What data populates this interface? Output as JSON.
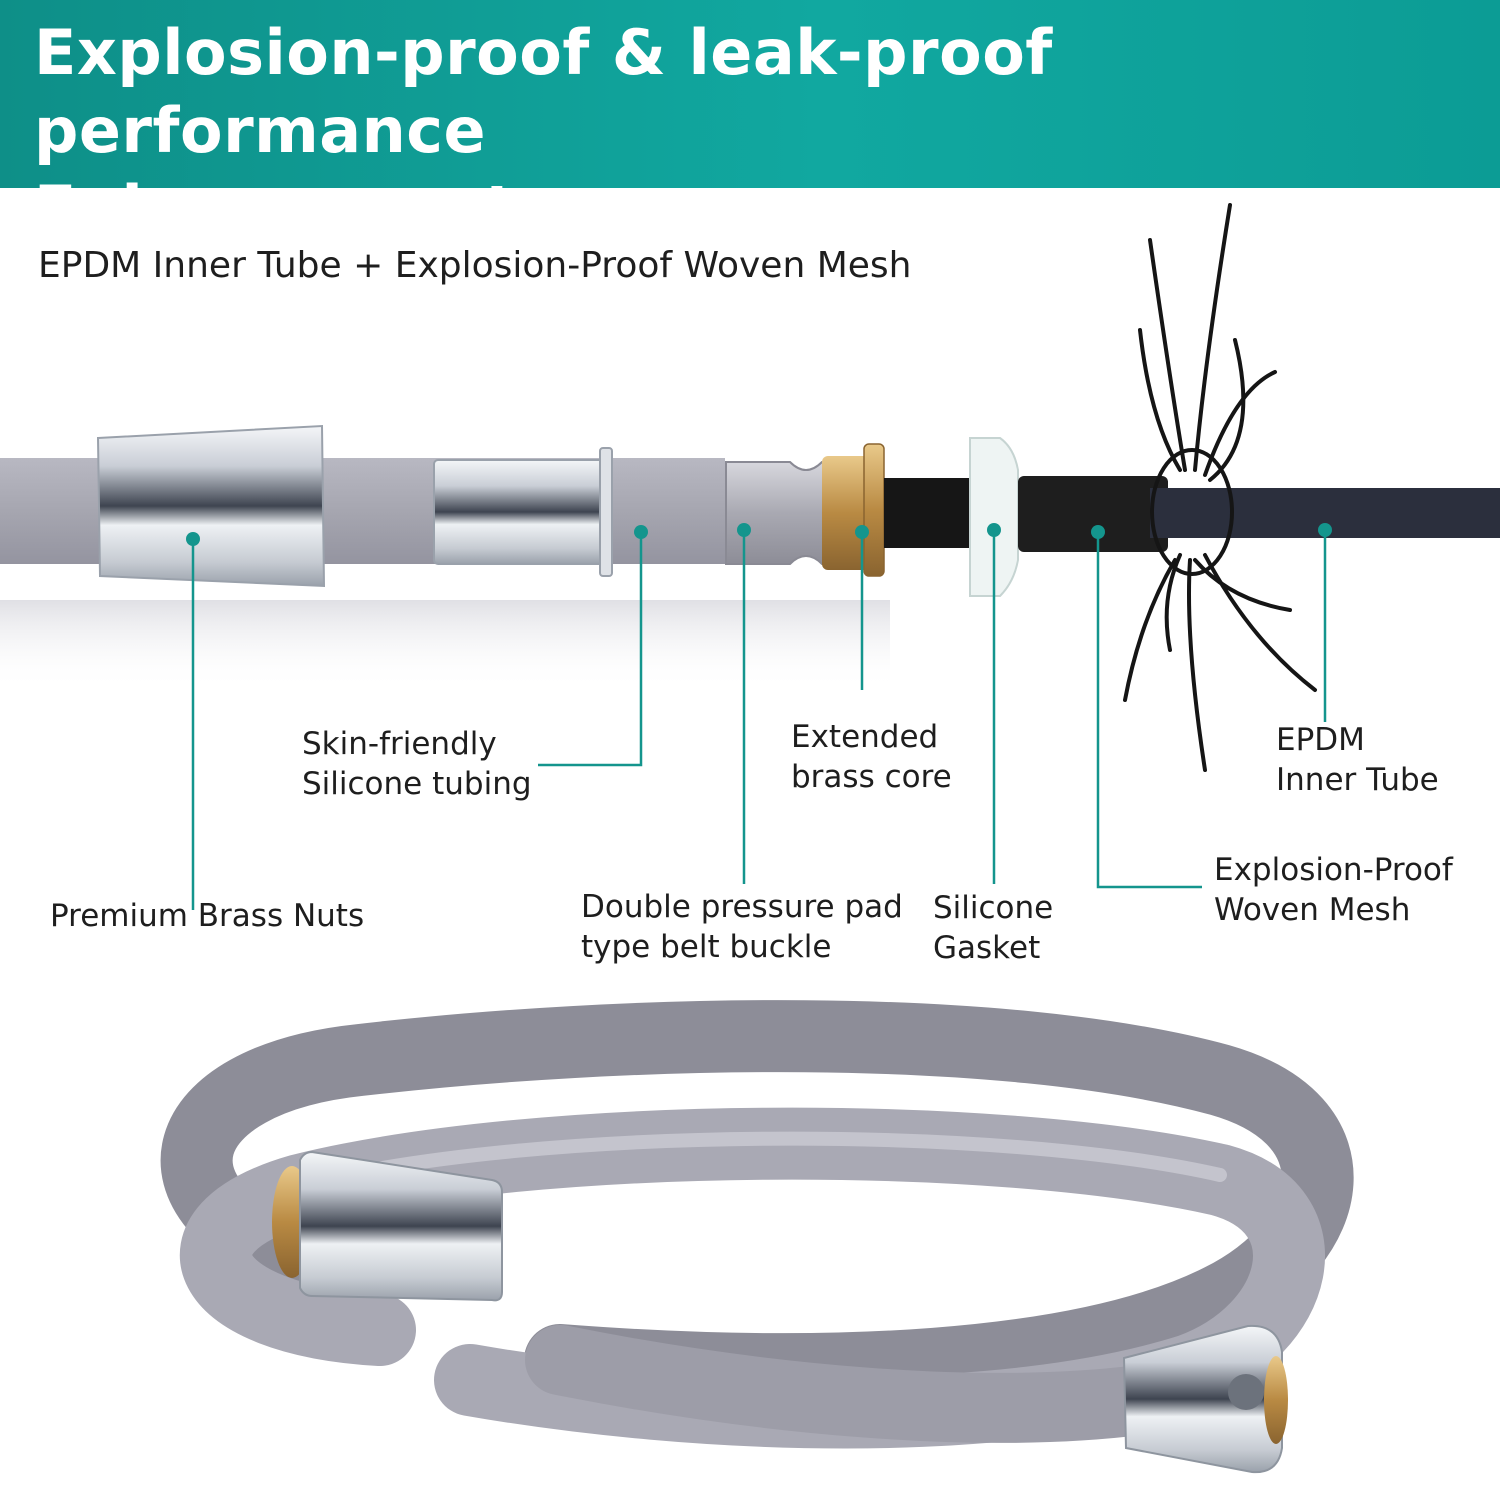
{
  "header": {
    "title_line1": "Explosion-proof & leak-proof performance",
    "title_line2": "Enhancement"
  },
  "subtitle": "EPDM Inner Tube + Explosion-Proof Woven Mesh",
  "callouts": {
    "brass_nuts": {
      "line1": "Premium Brass Nuts"
    },
    "silicone_tubing": {
      "line1": "Skin-friendly",
      "line2": "Silicone tubing"
    },
    "belt_buckle": {
      "line1": "Double pressure pad",
      "line2": "type belt buckle"
    },
    "brass_core": {
      "line1": "Extended",
      "line2": "brass core"
    },
    "silicone_gasket": {
      "line1": "Silicone",
      "line2": "Gasket"
    },
    "woven_mesh": {
      "line1": "Explosion-Proof",
      "line2": "Woven Mesh"
    },
    "epdm_tube": {
      "line1": "EPDM",
      "line2": "Inner Tube"
    }
  },
  "colors": {
    "banner": "#11a8a0",
    "callout_line": "#14958d",
    "hose_grey": "#a4a4ae",
    "chrome": "#d9dde2",
    "brass": "#c79a52",
    "inner_tube": "#2b2f3d"
  }
}
